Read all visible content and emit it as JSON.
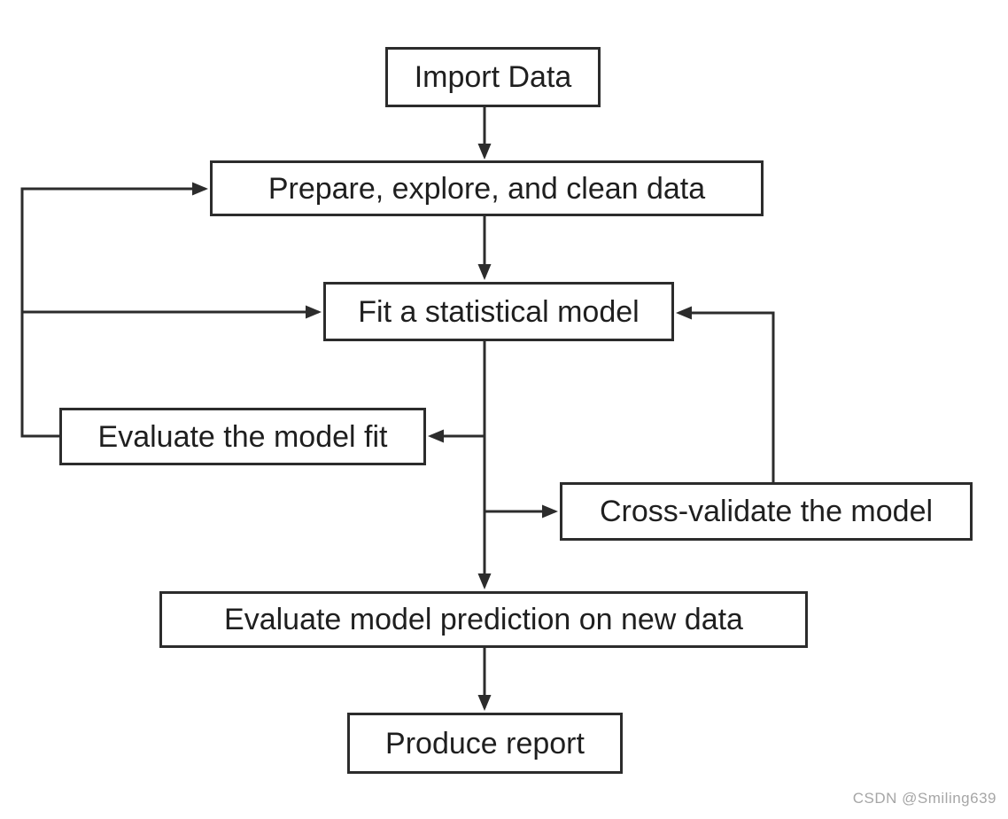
{
  "diagram": {
    "type": "flowchart",
    "nodes": {
      "import_data": {
        "label": "Import Data"
      },
      "prepare": {
        "label": "Prepare, explore, and clean data"
      },
      "fit": {
        "label": "Fit a statistical model"
      },
      "evaluate_fit": {
        "label": "Evaluate the model fit"
      },
      "cross_validate": {
        "label": "Cross-validate the model"
      },
      "evaluate_prediction": {
        "label": "Evaluate model prediction on new data"
      },
      "produce_report": {
        "label": "Produce report"
      }
    },
    "edges": [
      {
        "from": "import_data",
        "to": "prepare"
      },
      {
        "from": "prepare",
        "to": "fit"
      },
      {
        "from": "fit",
        "to": "evaluate_fit"
      },
      {
        "from": "fit",
        "to": "cross_validate"
      },
      {
        "from": "fit",
        "to": "evaluate_prediction"
      },
      {
        "from": "evaluate_fit",
        "to": "prepare"
      },
      {
        "from": "evaluate_fit",
        "to": "fit"
      },
      {
        "from": "cross_validate",
        "to": "fit"
      },
      {
        "from": "evaluate_prediction",
        "to": "produce_report"
      }
    ]
  },
  "colors": {
    "line": "#2c2c2c",
    "box_border": "#2c2c2c",
    "text": "#1f1f1f",
    "background": "#ffffff",
    "watermark": "#a6a6a6"
  },
  "watermark": {
    "text": "CSDN @Smiling639"
  }
}
